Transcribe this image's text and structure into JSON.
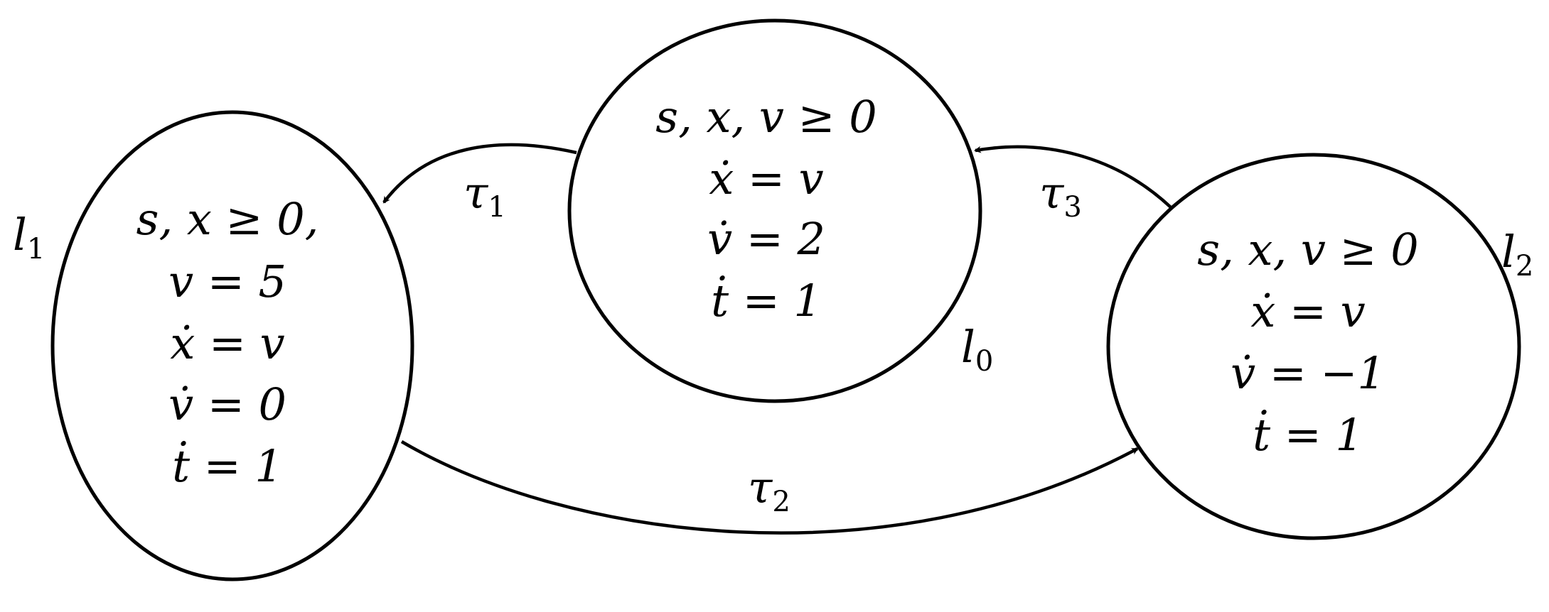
{
  "states": {
    "l0": {
      "name": "l",
      "index": "0",
      "lines": [
        "s, x, v ≥ 0",
        "ẋ = v",
        "v̇ = 2",
        "ṫ = 1"
      ]
    },
    "l1": {
      "name": "l",
      "index": "1",
      "lines": [
        "s, x ≥ 0,",
        "v = 5",
        "ẋ = v",
        "v̇ = 0",
        "ṫ = 1"
      ]
    },
    "l2": {
      "name": "l",
      "index": "2",
      "lines": [
        "s, x, v ≥ 0",
        "ẋ = v",
        "v̇ = −1",
        "ṫ = 1"
      ]
    }
  },
  "transitions": [
    {
      "id": "t1",
      "name": "τ",
      "index": "1",
      "from": "l0",
      "to": "l1"
    },
    {
      "id": "t2",
      "name": "τ",
      "index": "2",
      "from": "l1",
      "to": "l2"
    },
    {
      "id": "t3",
      "name": "τ",
      "index": "3",
      "from": "l2",
      "to": "l0"
    }
  ]
}
